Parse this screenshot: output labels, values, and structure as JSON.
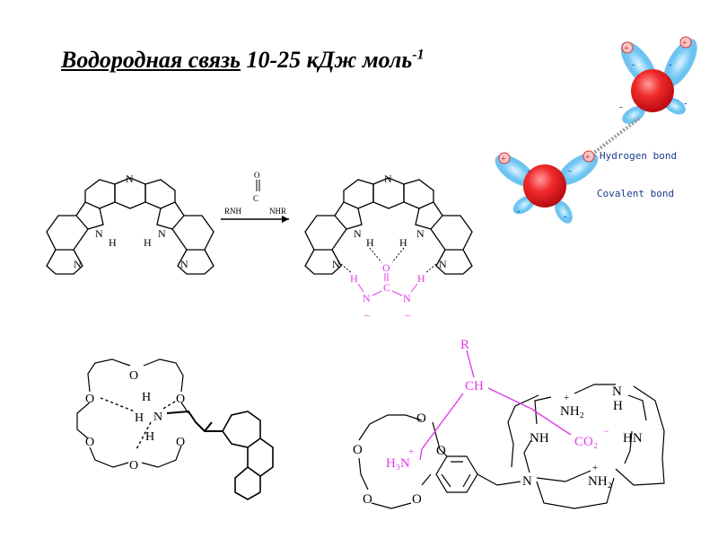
{
  "title": {
    "underlined": "Водородная связь",
    "rest": " 10-25 кДж моль",
    "superscript": "-1"
  },
  "water_figure": {
    "hydrogen_bond_label": "Hydrogen bond",
    "covalent_bond_label": "Covalent bond",
    "plus_sign": "+",
    "minus_sign": "-",
    "colors": {
      "oxygen": "#e8232b",
      "hydrogen": "#4db8ef",
      "label": "#1a3c8c"
    }
  },
  "reaction": {
    "reagent": {
      "left": "RNH",
      "right": "NHR",
      "carbon": "C",
      "oxygen": "O"
    },
    "host_labels": {
      "nh_left": "N",
      "h_left": "H",
      "nh_right": "N",
      "h_right": "H",
      "py_left": "N",
      "py_right": "N",
      "acridine_n": "N"
    },
    "product_labels": {
      "guest_o": "O",
      "guest_c": "C",
      "guest_n_left": "N",
      "guest_n_right": "N",
      "guest_h_left": "H",
      "guest_h_right": "H",
      "guest_dash": "–"
    },
    "colors": {
      "guest": "#e23ce8"
    }
  },
  "crown": {
    "oxygens": [
      "O",
      "O",
      "O",
      "O",
      "O",
      "O"
    ],
    "n": "N",
    "h": "H"
  },
  "receptor": {
    "r": "R",
    "ch": "CH",
    "h3n": "H₃N",
    "co2": "CO₂",
    "co2_charge": "−",
    "nh_plus": "+",
    "nh2": "NH₂",
    "nh": "NH",
    "hn": "HN",
    "n": "N",
    "h": "H",
    "o": "O",
    "colors": {
      "guest": "#e23ce8"
    }
  }
}
